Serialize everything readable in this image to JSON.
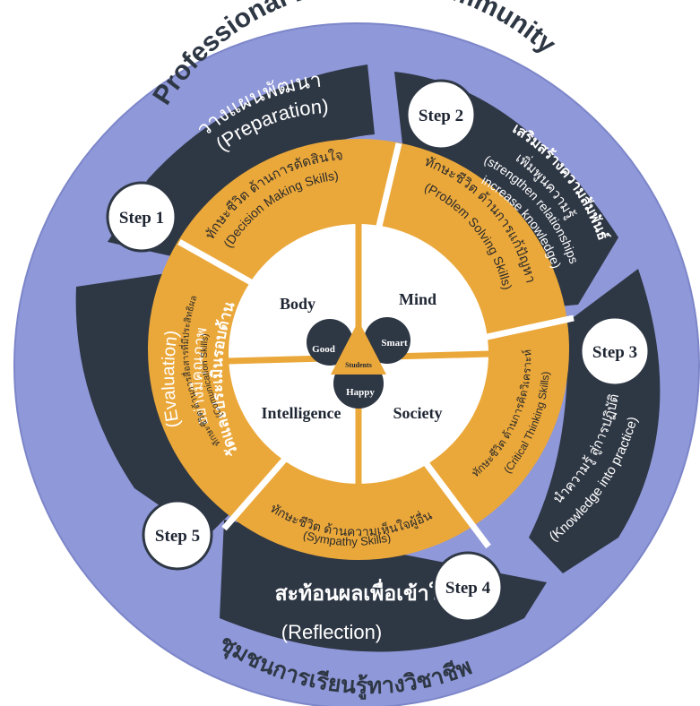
{
  "outer_ring": {
    "top_title": "Professional Learning Community",
    "bottom_title": "ชุมชนการเรียนรู้ทางวิชาชีพ"
  },
  "steps": [
    {
      "step": "Step 1",
      "thai": "วางแผนพัฒนา",
      "english": "(Preparation)"
    },
    {
      "step": "Step 2",
      "thai": "เสริมสร้างความสัมพันธ์",
      "thai2": "เพิ่มพูนความรู้",
      "english": "(strengthen relationships",
      "english2": "increase knowledge)"
    },
    {
      "step": "Step 3",
      "thai": "นำความรู้ สู่การปฏิบัติ",
      "english": "(Knowledge into practice)"
    },
    {
      "step": "Step 4",
      "thai": "สะท้อนผลเพื่อเข้าใจ",
      "english": "(Reflection)"
    },
    {
      "step": "Step 5",
      "thai": "วัดและประเมินรอบด้าน",
      "thai2": "อย่างมีคุณภาพ",
      "english": "(Evaluation)"
    }
  ],
  "skills": [
    {
      "thai": "ทักษะชีวิต ด้านการตัดสินใจ",
      "english": "(Decision Making Skills)"
    },
    {
      "thai": "ทักษะชีวิต ด้านการแก้ปัญหา",
      "english": "(Problem Solving Skills)"
    },
    {
      "thai": "ทักษะชีวิต ด้านการคิดวิเคราะห์",
      "english": "(Critical Thinking Skills)"
    },
    {
      "thai": "ทักษะชีวิต ด้านความเห็นใจผู้อื่น",
      "english": "(Sympathy Skills)"
    },
    {
      "thai": "ทักษะชีวิต ด้านการสื่อสารที่มีประสิทธิผล",
      "english": "(Comunication Skills)"
    }
  ],
  "quadrants": [
    "Body",
    "Mind",
    "Intelligence",
    "Society"
  ],
  "center": {
    "good": "Good",
    "smart": "Smart",
    "happy": "Happy",
    "students": "Students"
  },
  "colors": {
    "outer_ring": "#8f98d8",
    "dark_band": "#2e3744",
    "orange": "#eba83a",
    "white": "#ffffff"
  }
}
